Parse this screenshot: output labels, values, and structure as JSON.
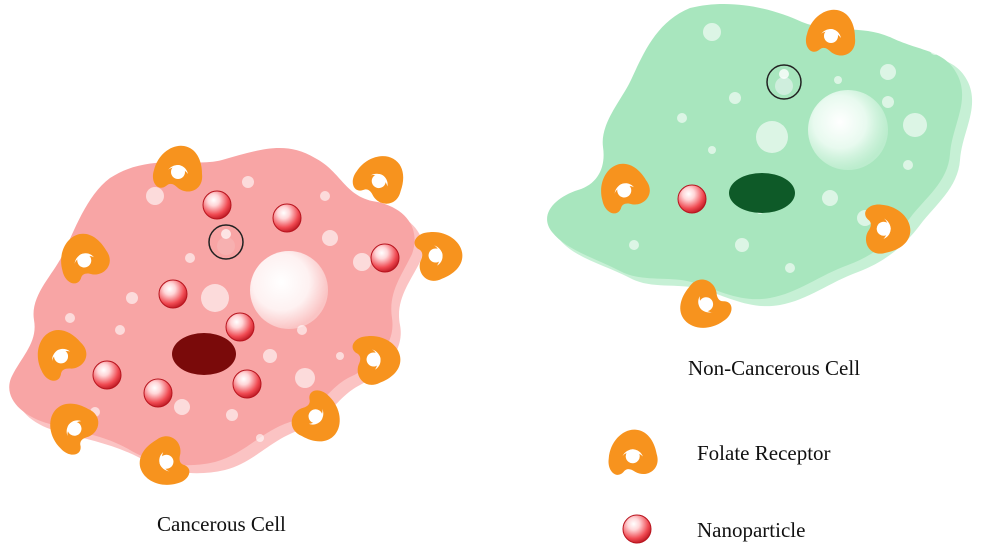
{
  "labels": {
    "cancerous_cell": "Cancerous Cell",
    "non_cancerous_cell": "Non-Cancerous Cell"
  },
  "legend": {
    "folate_receptor": "Folate Receptor",
    "nanoparticle": "Nanoparticle"
  },
  "colors": {
    "cancer_cell_fill": "#f8a5a5",
    "cancer_cell_shade": "#fbc3c3",
    "cancer_nucleus": "#7a0a0a",
    "normal_cell_fill": "#a8e6be",
    "normal_cell_shade": "#c6f0d5",
    "normal_nucleus": "#0e5a28",
    "receptor": "#f7931e",
    "nanoparticle": "#e8323c"
  },
  "icons": {
    "receptor": "folate-receptor-icon",
    "nanoparticle": "nanoparticle-icon"
  }
}
